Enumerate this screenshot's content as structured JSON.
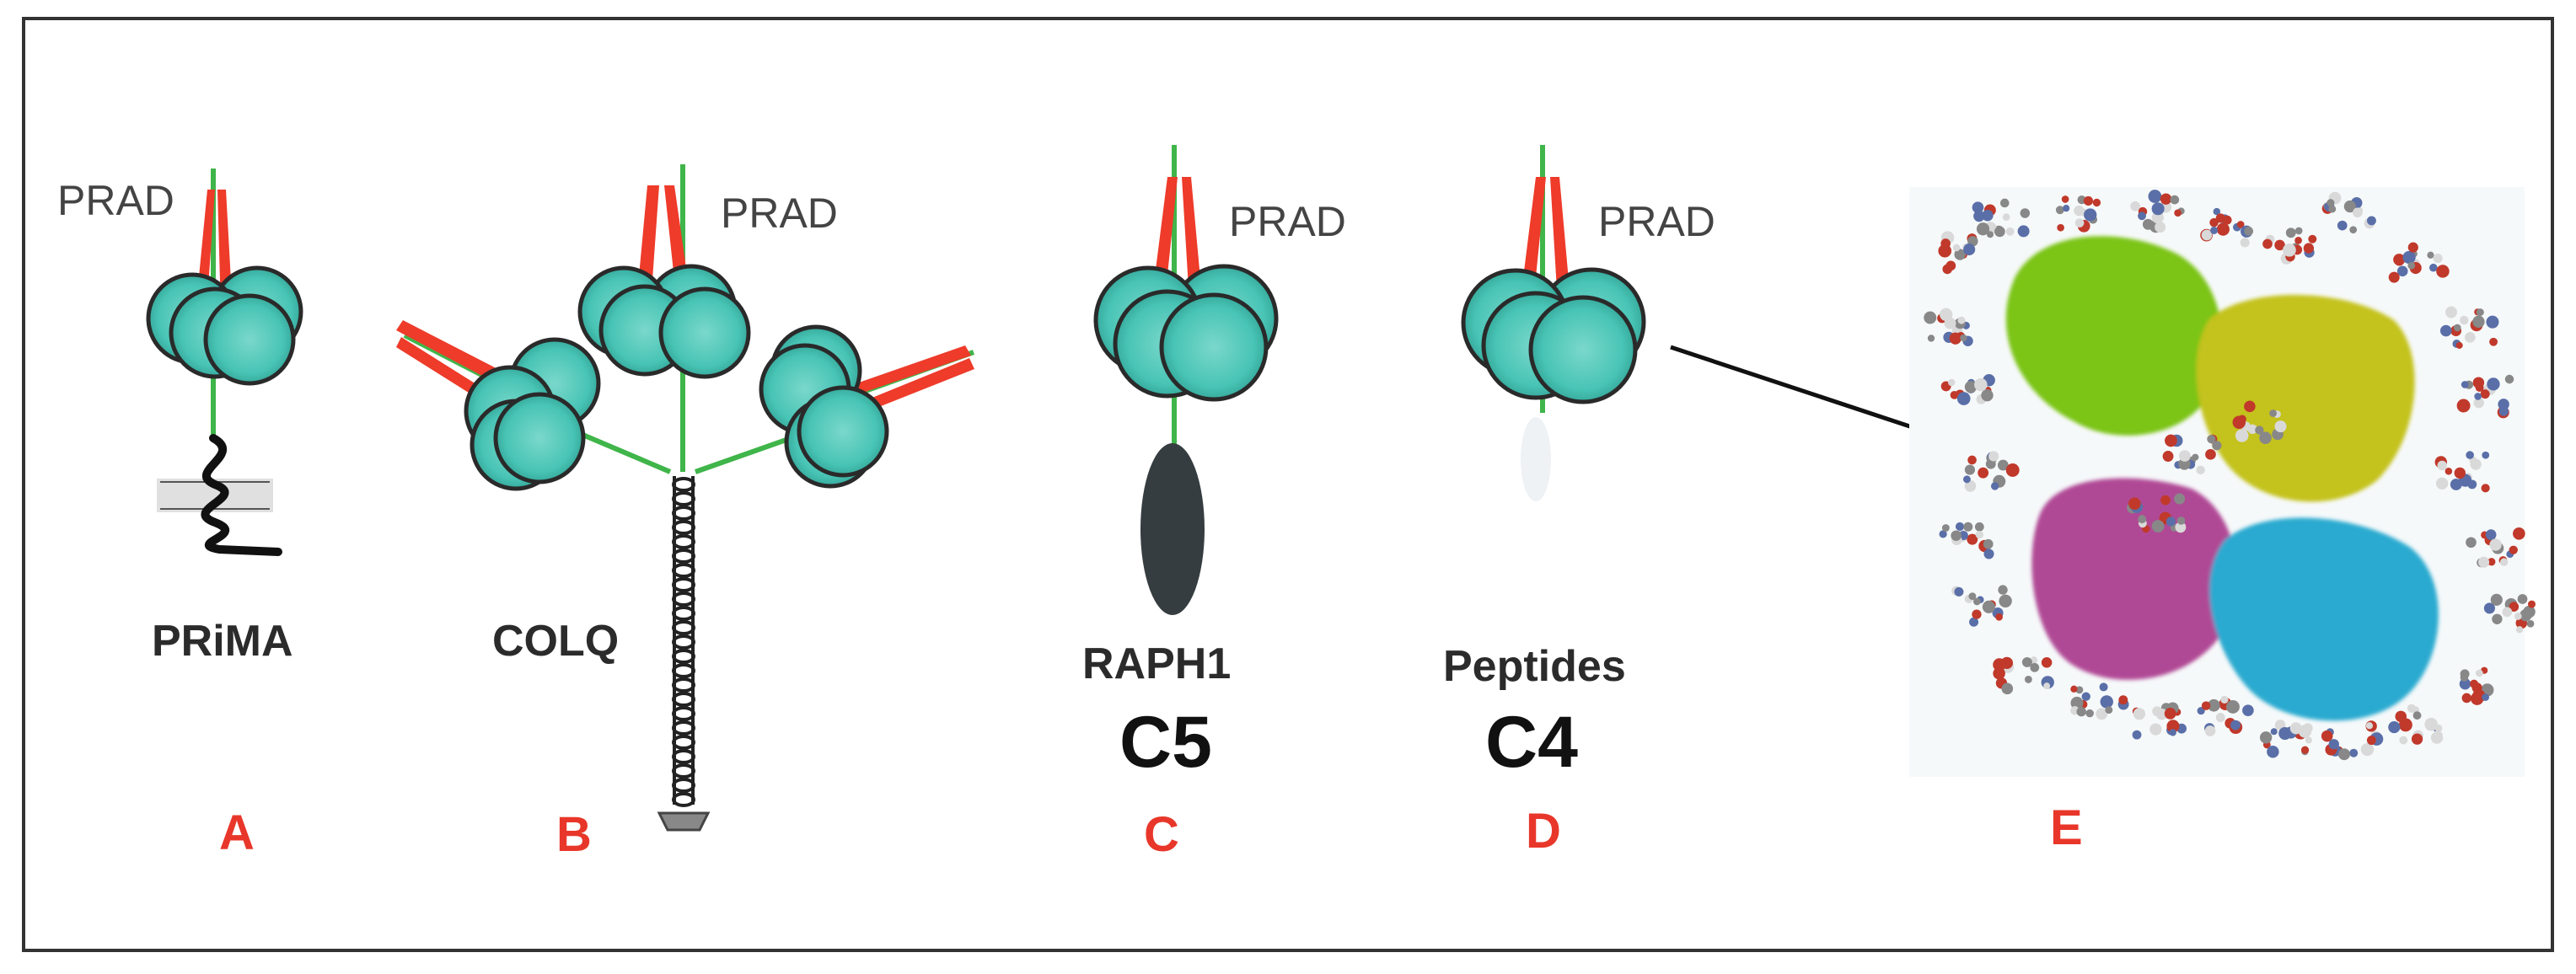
{
  "labels": {
    "prad_a": "PRAD",
    "prad_b": "PRAD",
    "prad_c": "PRAD",
    "prad_d": "PRAD",
    "prima": "PRiMA",
    "colq": "COLQ",
    "raph1": "RAPH1",
    "peptides": "Peptides",
    "c5": "C5",
    "c4": "C4"
  },
  "panels": {
    "a": "A",
    "b": "B",
    "c": "C",
    "d": "D",
    "e": "E"
  },
  "colors": {
    "subunit": "#48c4b5",
    "subunit_outline": "#2a2a2a",
    "prad_helix": "#ee3b2a",
    "linker": "#3fb54a",
    "panel_letter": "#e8372a",
    "green_domain": "#7bc414",
    "yellow_domain": "#c4c21c",
    "magenta_domain": "#b04a95",
    "cyan_domain": "#2aaad0"
  }
}
